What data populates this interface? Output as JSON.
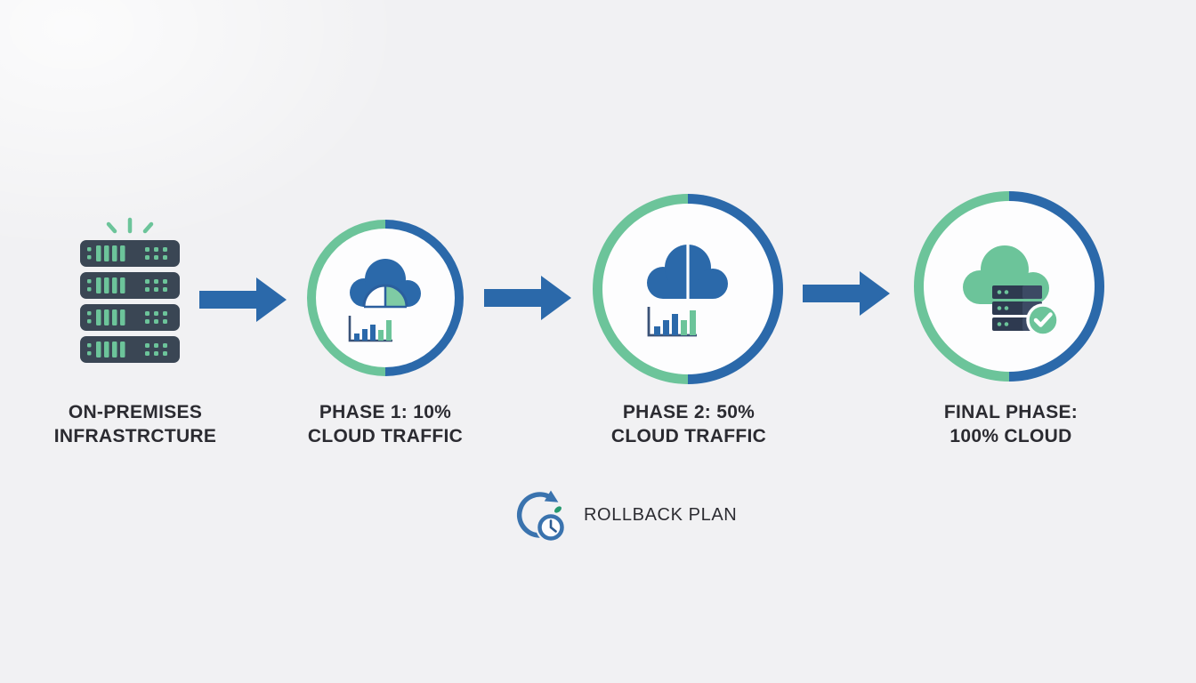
{
  "title": "Cloud Migration Phases Diagram",
  "colors": {
    "background": "#f1f1f3",
    "blue": "#2b69aa",
    "green": "#6cc49a",
    "light_green": "#7fcba4",
    "dark_slate": "#3a4654",
    "navy": "#2e3a50",
    "text": "#2b2b31"
  },
  "nodes": [
    {
      "id": "on-premises",
      "icon": "server-rack-icon",
      "label": [
        "ON-PREMISES",
        "INFRASTRCTURE"
      ]
    },
    {
      "id": "phase-1",
      "icon": "cloud-gauge-bar-chart-icon",
      "label": [
        "PHASE 1: 10%",
        "CLOUD TRAFFIC"
      ]
    },
    {
      "id": "phase-2",
      "icon": "cloud-split-bar-chart-icon",
      "label": [
        "PHASE 2: 50%",
        "CLOUD TRAFFIC"
      ]
    },
    {
      "id": "final",
      "icon": "cloud-server-check-icon",
      "label": [
        "FINAL PHASE:",
        "100% CLOUD"
      ]
    }
  ],
  "connectors": [
    "arrow-right",
    "arrow-right",
    "arrow-right"
  ],
  "rollback": {
    "icon": "rollback-clock-icon",
    "label": "ROLLBACK PLAN"
  }
}
